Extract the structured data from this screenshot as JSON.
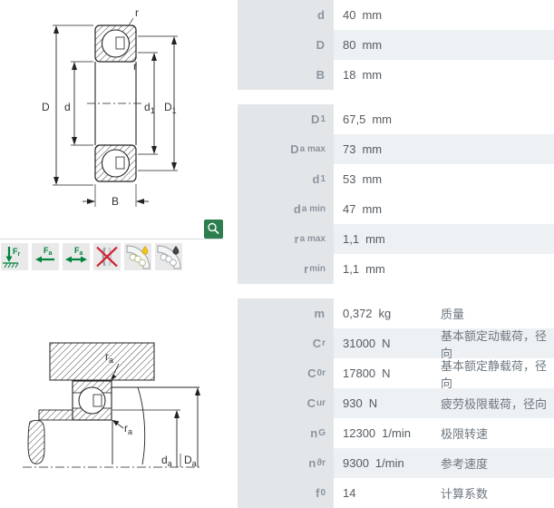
{
  "colors": {
    "accent_green": "#2d7d4e",
    "icon_green": "#00843d",
    "icon_red": "#cf2030",
    "table_label_bg": "#e3e6e9",
    "table_alt_row_bg": "#eef1f4",
    "drop_yellow": "#f0c419",
    "drop_dark": "#41474b"
  },
  "drawing_main": {
    "r_top": "r",
    "r_bottom": "r",
    "dim_D": "D",
    "dim_d": "d",
    "dim_d1_base": "d",
    "dim_d1_sub": "1",
    "dim_D1_base": "D",
    "dim_D1_sub": "1",
    "dim_B": "B"
  },
  "drawing_mount": {
    "ra_base": "r",
    "ra_sub": "a",
    "da_base": "d",
    "da_sub": "a",
    "Da_base": "D",
    "Da_sub": "a"
  },
  "icons": {
    "radial_base": "F",
    "radial_sub": "r",
    "axial_base": "F",
    "axial_sub": "a"
  },
  "spec_groups": [
    {
      "gap_after": true,
      "rows": [
        {
          "name": "d",
          "label_base": "d",
          "label_sub": "",
          "value": "40",
          "unit": "mm",
          "desc": ""
        },
        {
          "name": "D",
          "label_base": "D",
          "label_sub": "",
          "value": "80",
          "unit": "mm",
          "desc": ""
        },
        {
          "name": "B",
          "label_base": "B",
          "label_sub": "",
          "value": "18",
          "unit": "mm",
          "desc": ""
        }
      ]
    },
    {
      "gap_after": false,
      "rows": [
        {
          "name": "D1",
          "label_base": "D",
          "label_sub": "1",
          "value": "67,5",
          "unit": "mm",
          "desc": ""
        },
        {
          "name": "Da-max",
          "label_base": "D",
          "label_sub": "a max",
          "value": "73",
          "unit": "mm",
          "desc": ""
        },
        {
          "name": "d1",
          "label_base": "d",
          "label_sub": "1",
          "value": "53",
          "unit": "mm",
          "desc": ""
        }
      ]
    },
    {
      "gap_after": true,
      "rows": [
        {
          "name": "da-min",
          "label_base": "d",
          "label_sub": "a min",
          "value": "47",
          "unit": "mm",
          "desc": ""
        },
        {
          "name": "ra-max",
          "label_base": "r",
          "label_sub": "a max",
          "value": "1,1",
          "unit": "mm",
          "desc": ""
        },
        {
          "name": "r-min",
          "label_base": "r",
          "label_sub": "min",
          "value": "1,1",
          "unit": "mm",
          "desc": ""
        }
      ]
    },
    {
      "gap_after": false,
      "rows": [
        {
          "name": "m",
          "label_base": "m",
          "label_sub": "",
          "value": "0,372",
          "unit": "kg",
          "desc": "质量"
        },
        {
          "name": "Cr",
          "label_base": "C",
          "label_sub": "r",
          "value": "31000",
          "unit": "N",
          "desc": "基本额定动载荷，径向"
        },
        {
          "name": "C0r",
          "label_base": "C",
          "label_sub": "0r",
          "value": "17800",
          "unit": "N",
          "desc": "基本额定静载荷，径向"
        },
        {
          "name": "Cur",
          "label_base": "C",
          "label_sub": "ur",
          "value": "930",
          "unit": "N",
          "desc": "疲劳极限载荷，径向"
        },
        {
          "name": "nG",
          "label_base": "n",
          "label_sub": "G",
          "value": "12300",
          "unit": "1/min",
          "desc": "极限转速"
        },
        {
          "name": "nthr",
          "label_base": "n",
          "label_sub": "ϑr",
          "value": "9300",
          "unit": "1/min",
          "desc": "参考速度"
        },
        {
          "name": "f0",
          "label_base": "f",
          "label_sub": "0",
          "value": "14",
          "unit": "",
          "desc": "计算系数"
        }
      ]
    }
  ]
}
